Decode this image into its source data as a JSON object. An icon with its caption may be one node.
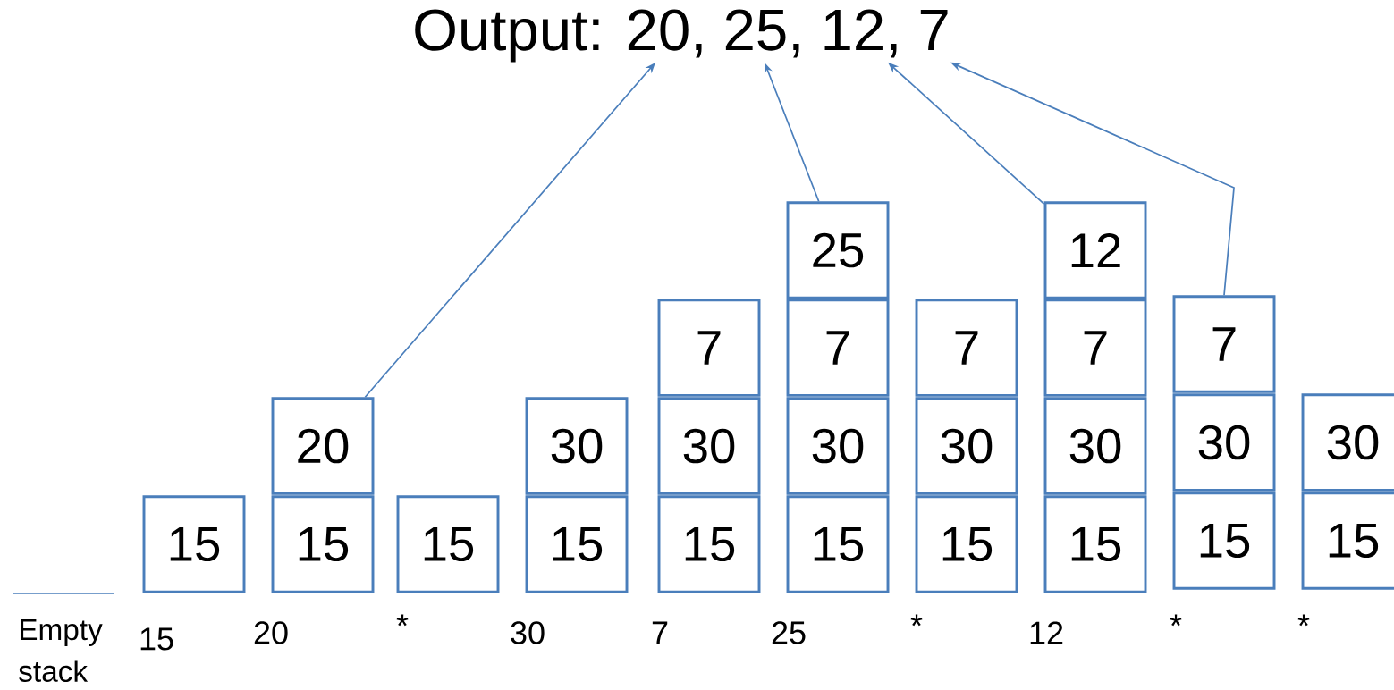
{
  "diagram": {
    "nodes": [
      {
        "text": [
          "Output: 20, 25, 12, 7"
        ]
      },
      {
        "text": [
          "15"
        ]
      },
      {
        "text": [
          "20"
        ]
      },
      {
        "text": [
          "15"
        ]
      },
      {
        "text": [
          "15"
        ]
      },
      {
        "text": [
          "30"
        ]
      },
      {
        "text": [
          "15"
        ]
      },
      {
        "text": [
          "7"
        ]
      },
      {
        "text": [
          "30"
        ]
      },
      {
        "text": [
          "15"
        ]
      },
      {
        "text": [
          "25"
        ]
      },
      {
        "text": [
          "7"
        ]
      },
      {
        "text": [
          "30"
        ]
      },
      {
        "text": [
          "15"
        ]
      },
      {
        "text": [
          "7"
        ]
      },
      {
        "text": [
          "30"
        ]
      },
      {
        "text": [
          "15"
        ]
      },
      {
        "text": [
          "12"
        ]
      },
      {
        "text": [
          "7"
        ]
      },
      {
        "text": [
          "30"
        ]
      },
      {
        "text": [
          "15"
        ]
      },
      {
        "text": [
          "7"
        ]
      },
      {
        "text": [
          "30"
        ]
      },
      {
        "text": [
          "15"
        ]
      },
      {
        "text": [
          "30"
        ]
      },
      {
        "text": [
          "15"
        ]
      }
    ],
    "edges": [
      {
        "from": 2,
        "to": 0,
        "arrow": "to"
      },
      {
        "from": 10,
        "to": 0,
        "arrow": "to"
      },
      {
        "from": 17,
        "to": 0,
        "arrow": "to"
      },
      {
        "from": 21,
        "to": 0,
        "arrow": "to"
      }
    ],
    "labels": [
      "Empty stack",
      "15",
      "20",
      "*",
      "30",
      "7",
      "25",
      "*",
      "12",
      "*",
      "*"
    ]
  }
}
